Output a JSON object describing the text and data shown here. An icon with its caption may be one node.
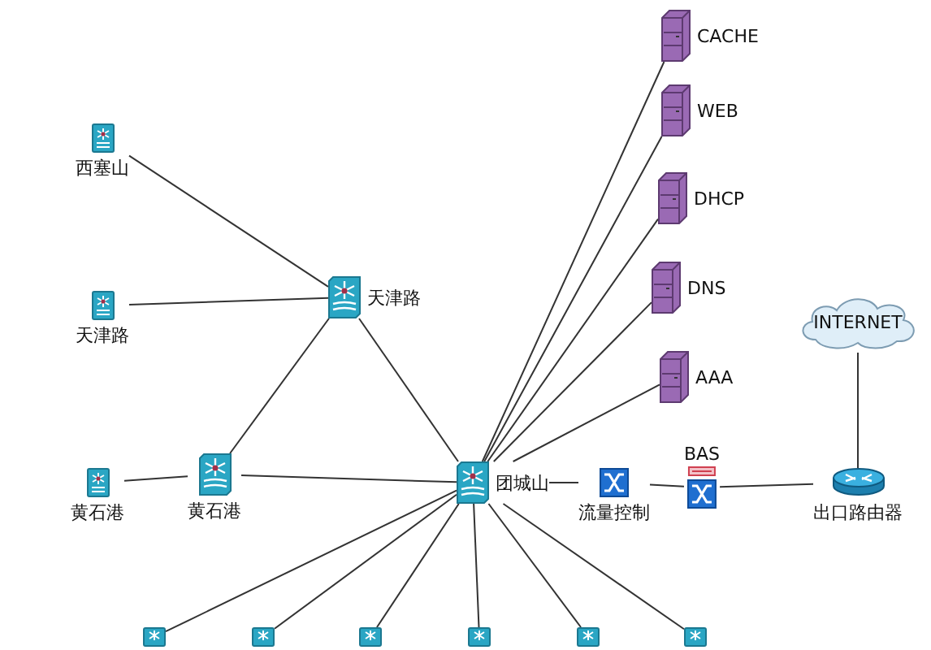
{
  "diagram": {
    "nodes": [
      {
        "text": [
          "西塞山"
        ]
      },
      {
        "text": [
          "天津路"
        ]
      },
      {
        "text": [
          "黄石港"
        ]
      },
      {
        "text": [
          "天津路"
        ]
      },
      {
        "text": [
          "黄石港"
        ]
      },
      {
        "text": [
          "团城山"
        ]
      },
      {
        "text": [
          "CACHE"
        ]
      },
      {
        "text": [
          "WEB"
        ]
      },
      {
        "text": [
          "DHCP"
        ]
      },
      {
        "text": [
          "DNS"
        ]
      },
      {
        "text": [
          "AAA"
        ]
      },
      {
        "text": [
          "流量控制"
        ]
      },
      {
        "text": [
          "BAS"
        ]
      },
      {
        "text": [
          "出口路由器"
        ]
      },
      {
        "text": [
          "INTERNET"
        ]
      },
      {
        "text": [],
        "shape": "box"
      },
      {
        "text": [],
        "shape": "box"
      },
      {
        "text": [],
        "shape": "box"
      },
      {
        "text": [],
        "shape": "box"
      },
      {
        "text": [],
        "shape": "box"
      },
      {
        "text": [],
        "shape": "box"
      }
    ],
    "edges": [
      {
        "from": 0,
        "to": 3,
        "arrow": "none"
      },
      {
        "from": 1,
        "to": 3,
        "arrow": "none"
      },
      {
        "from": 2,
        "to": 4,
        "arrow": "none"
      },
      {
        "from": 4,
        "to": 3,
        "arrow": "none"
      },
      {
        "from": 3,
        "to": 5,
        "arrow": "none"
      },
      {
        "from": 4,
        "to": 5,
        "arrow": "none"
      },
      {
        "from": 5,
        "to": 6,
        "arrow": "none"
      },
      {
        "from": 5,
        "to": 7,
        "arrow": "none"
      },
      {
        "from": 5,
        "to": 8,
        "arrow": "none"
      },
      {
        "from": 5,
        "to": 9,
        "arrow": "none"
      },
      {
        "from": 5,
        "to": 10,
        "arrow": "none"
      },
      {
        "from": 5,
        "to": 11,
        "arrow": "none"
      },
      {
        "from": 11,
        "to": 12,
        "arrow": "none"
      },
      {
        "from": 12,
        "to": 13,
        "arrow": "none"
      },
      {
        "from": 13,
        "to": 14,
        "arrow": "none"
      },
      {
        "from": 5,
        "to": 15,
        "arrow": "none"
      },
      {
        "from": 5,
        "to": 16,
        "arrow": "none"
      },
      {
        "from": 5,
        "to": 17,
        "arrow": "none"
      },
      {
        "from": 5,
        "to": 18,
        "arrow": "none"
      },
      {
        "from": 5,
        "to": 19,
        "arrow": "none"
      },
      {
        "from": 5,
        "to": 20,
        "arrow": "none"
      }
    ]
  }
}
